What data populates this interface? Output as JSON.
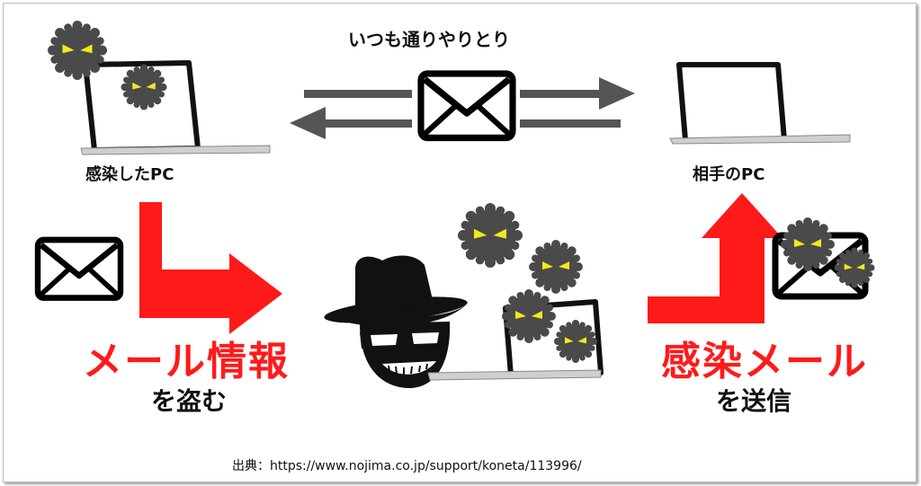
{
  "top_label": "いつも通りやりとり",
  "infected_pc_label": "感染したPC",
  "partner_pc_label": "相手のPC",
  "steal_big": "メール情報",
  "steal_small": "を盗む",
  "send_big": "感染メール",
  "send_small": "を送信",
  "source": "出典：https://www.nojima.co.jp/support/koneta/113996/",
  "colors": {
    "red": "#ff1a1a",
    "virus_body": "#4a4a4a",
    "virus_eye": "#f2ea1a",
    "arrow_gray": "#555555"
  },
  "icons": [
    "virus-icon",
    "laptop-icon",
    "envelope-icon",
    "hacker-icon",
    "arrow-icon"
  ]
}
